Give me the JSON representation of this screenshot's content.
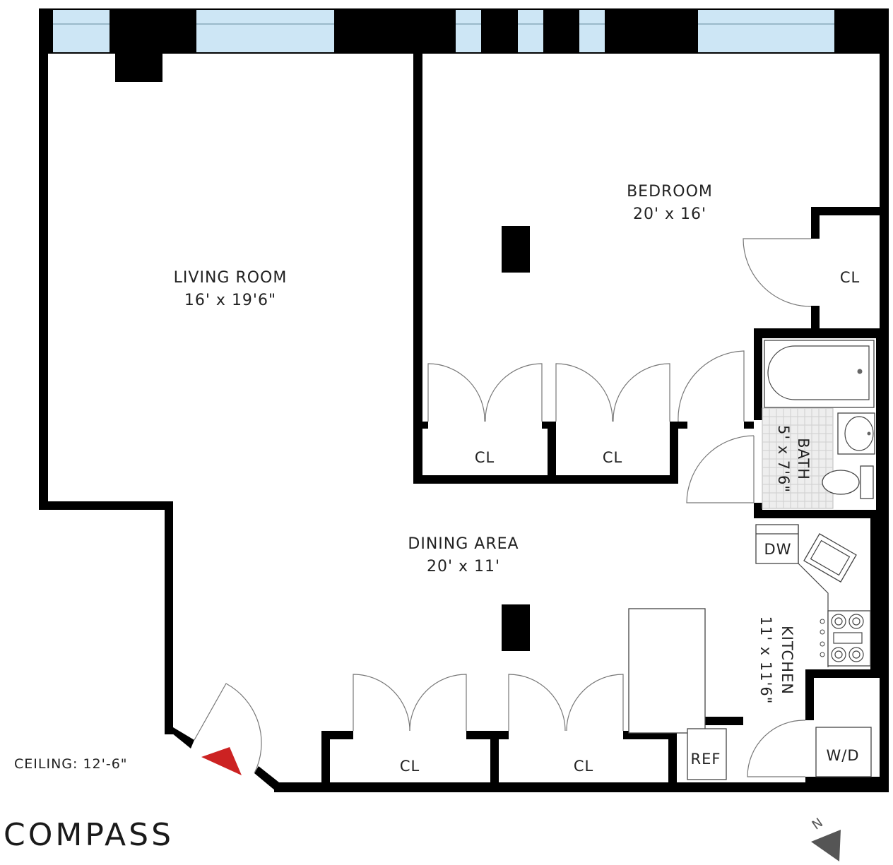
{
  "rooms": {
    "living_room": {
      "name": "LIVING ROOM",
      "size": "16' x 19'6\""
    },
    "bedroom": {
      "name": "BEDROOM",
      "size": "20' x 16'"
    },
    "dining_area": {
      "name": "DINING AREA",
      "size": "20' x 11'"
    },
    "bath": {
      "name": "BATH",
      "size": "5' x 7'6\""
    },
    "kitchen": {
      "name": "KITCHEN",
      "size": "11' x 11'6\""
    }
  },
  "closets": {
    "bedroom_closet": "CL",
    "closet_left_1": "CL",
    "closet_left_2": "CL",
    "closet_bottom_1": "CL",
    "closet_bottom_2": "CL"
  },
  "appliances": {
    "dishwasher": "DW",
    "refrigerator": "REF",
    "washer_dryer": "W/D"
  },
  "ceiling_note": "CEILING: 12'-6\"",
  "brand": "COMPASS",
  "compass_letter": "N",
  "colors": {
    "wall": "#000000",
    "window_glass": "#cde6f5",
    "entry_arrow": "#cc2222",
    "bath_tile": "#d9d9d9"
  },
  "icons": [
    "entry-arrow-icon",
    "north-arrow-icon",
    "compass-logo-icon"
  ]
}
